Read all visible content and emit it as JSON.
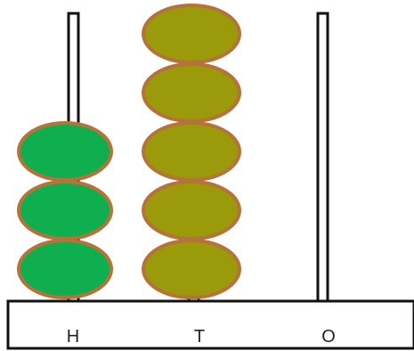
{
  "abacus": {
    "rods": [
      {
        "label": "H",
        "beads": 3,
        "bead_color": "#0fae4e"
      },
      {
        "label": "T",
        "beads": 5,
        "bead_color": "#9a9a0a"
      },
      {
        "label": "O",
        "beads": 0,
        "bead_color": "#0fae4e"
      }
    ],
    "colors": {
      "bead_outline": "#b5733a",
      "rod": "#111111",
      "base_fill": "#ffffff",
      "base_outline": "#111111"
    }
  }
}
